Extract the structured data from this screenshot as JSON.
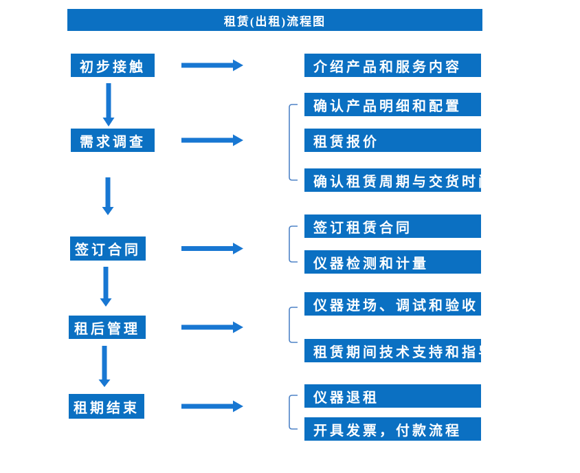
{
  "title": "租赁(出租)流程图",
  "colors": {
    "box_blue": "#0b70c2",
    "arrow_blue": "#1877d2",
    "bracket_blue": "#4d82c6",
    "text_white": "#ffffff",
    "background": "#ffffff"
  },
  "steps": [
    {
      "label": "初步接触",
      "details": [
        "介绍产品和服务内容"
      ]
    },
    {
      "label": "需求调查",
      "details": [
        "确认产品明细和配置",
        "租赁报价",
        "确认租赁周期与交货时间"
      ]
    },
    {
      "label": "签订合同",
      "details": [
        "签订租赁合同",
        "仪器检测和计量"
      ]
    },
    {
      "label": "租后管理",
      "details": [
        "仪器进场、调试和验收",
        "租赁期间技术支持和指导"
      ]
    },
    {
      "label": "租期结束",
      "details": [
        "仪器退租",
        "开具发票，付款流程"
      ]
    }
  ]
}
